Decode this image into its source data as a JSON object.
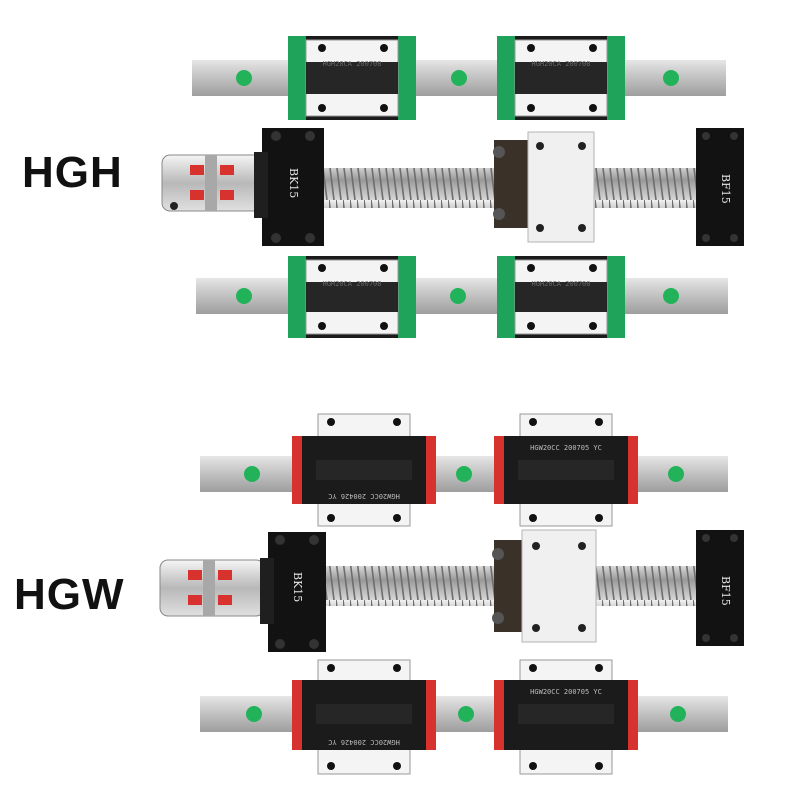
{
  "labels": {
    "top": "HGH",
    "bottom": "HGW"
  },
  "top_assembly": {
    "block_text_upper_left": "HGH20CA 200708",
    "block_text_upper_right": "HGH20CA 200708",
    "block_text_lower_left": "HGH20CA 200708",
    "block_text_lower_right": "HGH20CA 200708",
    "support_fixed": "BK15",
    "support_floating": "BF15"
  },
  "bottom_assembly": {
    "block_text_upper_left": "HGW20CC 200426 YC",
    "block_text_upper_right": "HGW20CC 200705 YC",
    "block_text_lower_left": "HGW20CC 200426 YC",
    "block_text_lower_right": "HGW20CC 200705 YC",
    "support_fixed": "BK15",
    "support_floating": "BF15"
  },
  "colors": {
    "hgh_seal": "#1fa35a",
    "hgw_seal": "#d8322f",
    "rail_dot": "#22b35a",
    "rail": "#c9c9c9",
    "block_body": "#1b1b1b",
    "bracket": "#121212"
  }
}
